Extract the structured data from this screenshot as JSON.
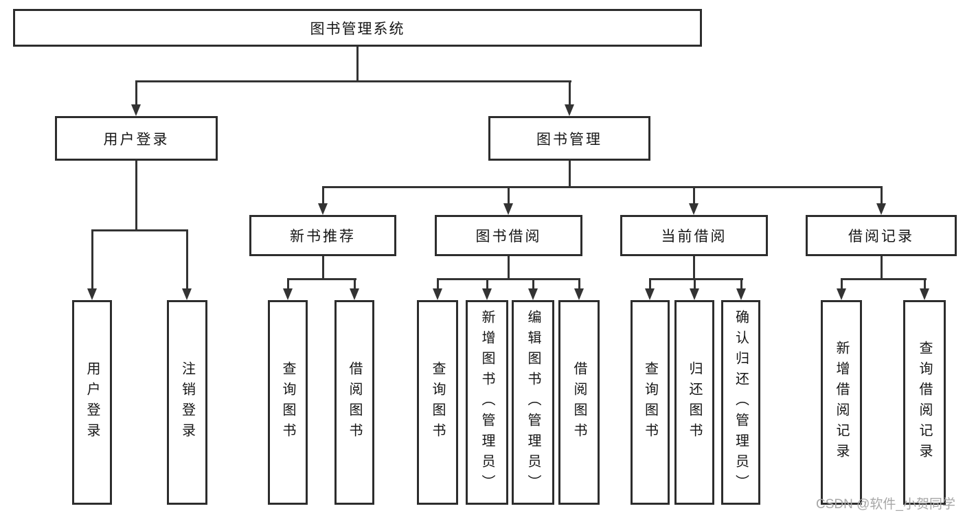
{
  "watermark": "CSDN @软件_小贺同学",
  "colors": {
    "background": "#ffffff",
    "box_border": "#2d2d2d",
    "connector": "#333333",
    "text": "#161616",
    "watermark_text": "#a7a7a7"
  },
  "diagram": {
    "root": {
      "label": "图书管理系统"
    },
    "level2": [
      {
        "label": "用户登录",
        "children": [
          {
            "label": "用户登录"
          },
          {
            "label": "注销登录"
          }
        ]
      },
      {
        "label": "图书管理",
        "children": [
          {
            "label": "新书推荐",
            "children": [
              {
                "label": "查询图书"
              },
              {
                "label": "借阅图书"
              }
            ]
          },
          {
            "label": "图书借阅",
            "children": [
              {
                "label": "查询图书"
              },
              {
                "label": "新增图书（管理员）"
              },
              {
                "label": "编辑图书（管理员）"
              },
              {
                "label": "借阅图书"
              }
            ]
          },
          {
            "label": "当前借阅",
            "children": [
              {
                "label": "查询图书"
              },
              {
                "label": "归还图书"
              },
              {
                "label": "确认归还（管理员）"
              }
            ]
          },
          {
            "label": "借阅记录",
            "children": [
              {
                "label": "新增借阅记录"
              },
              {
                "label": "查询借阅记录"
              }
            ]
          }
        ]
      }
    ]
  }
}
